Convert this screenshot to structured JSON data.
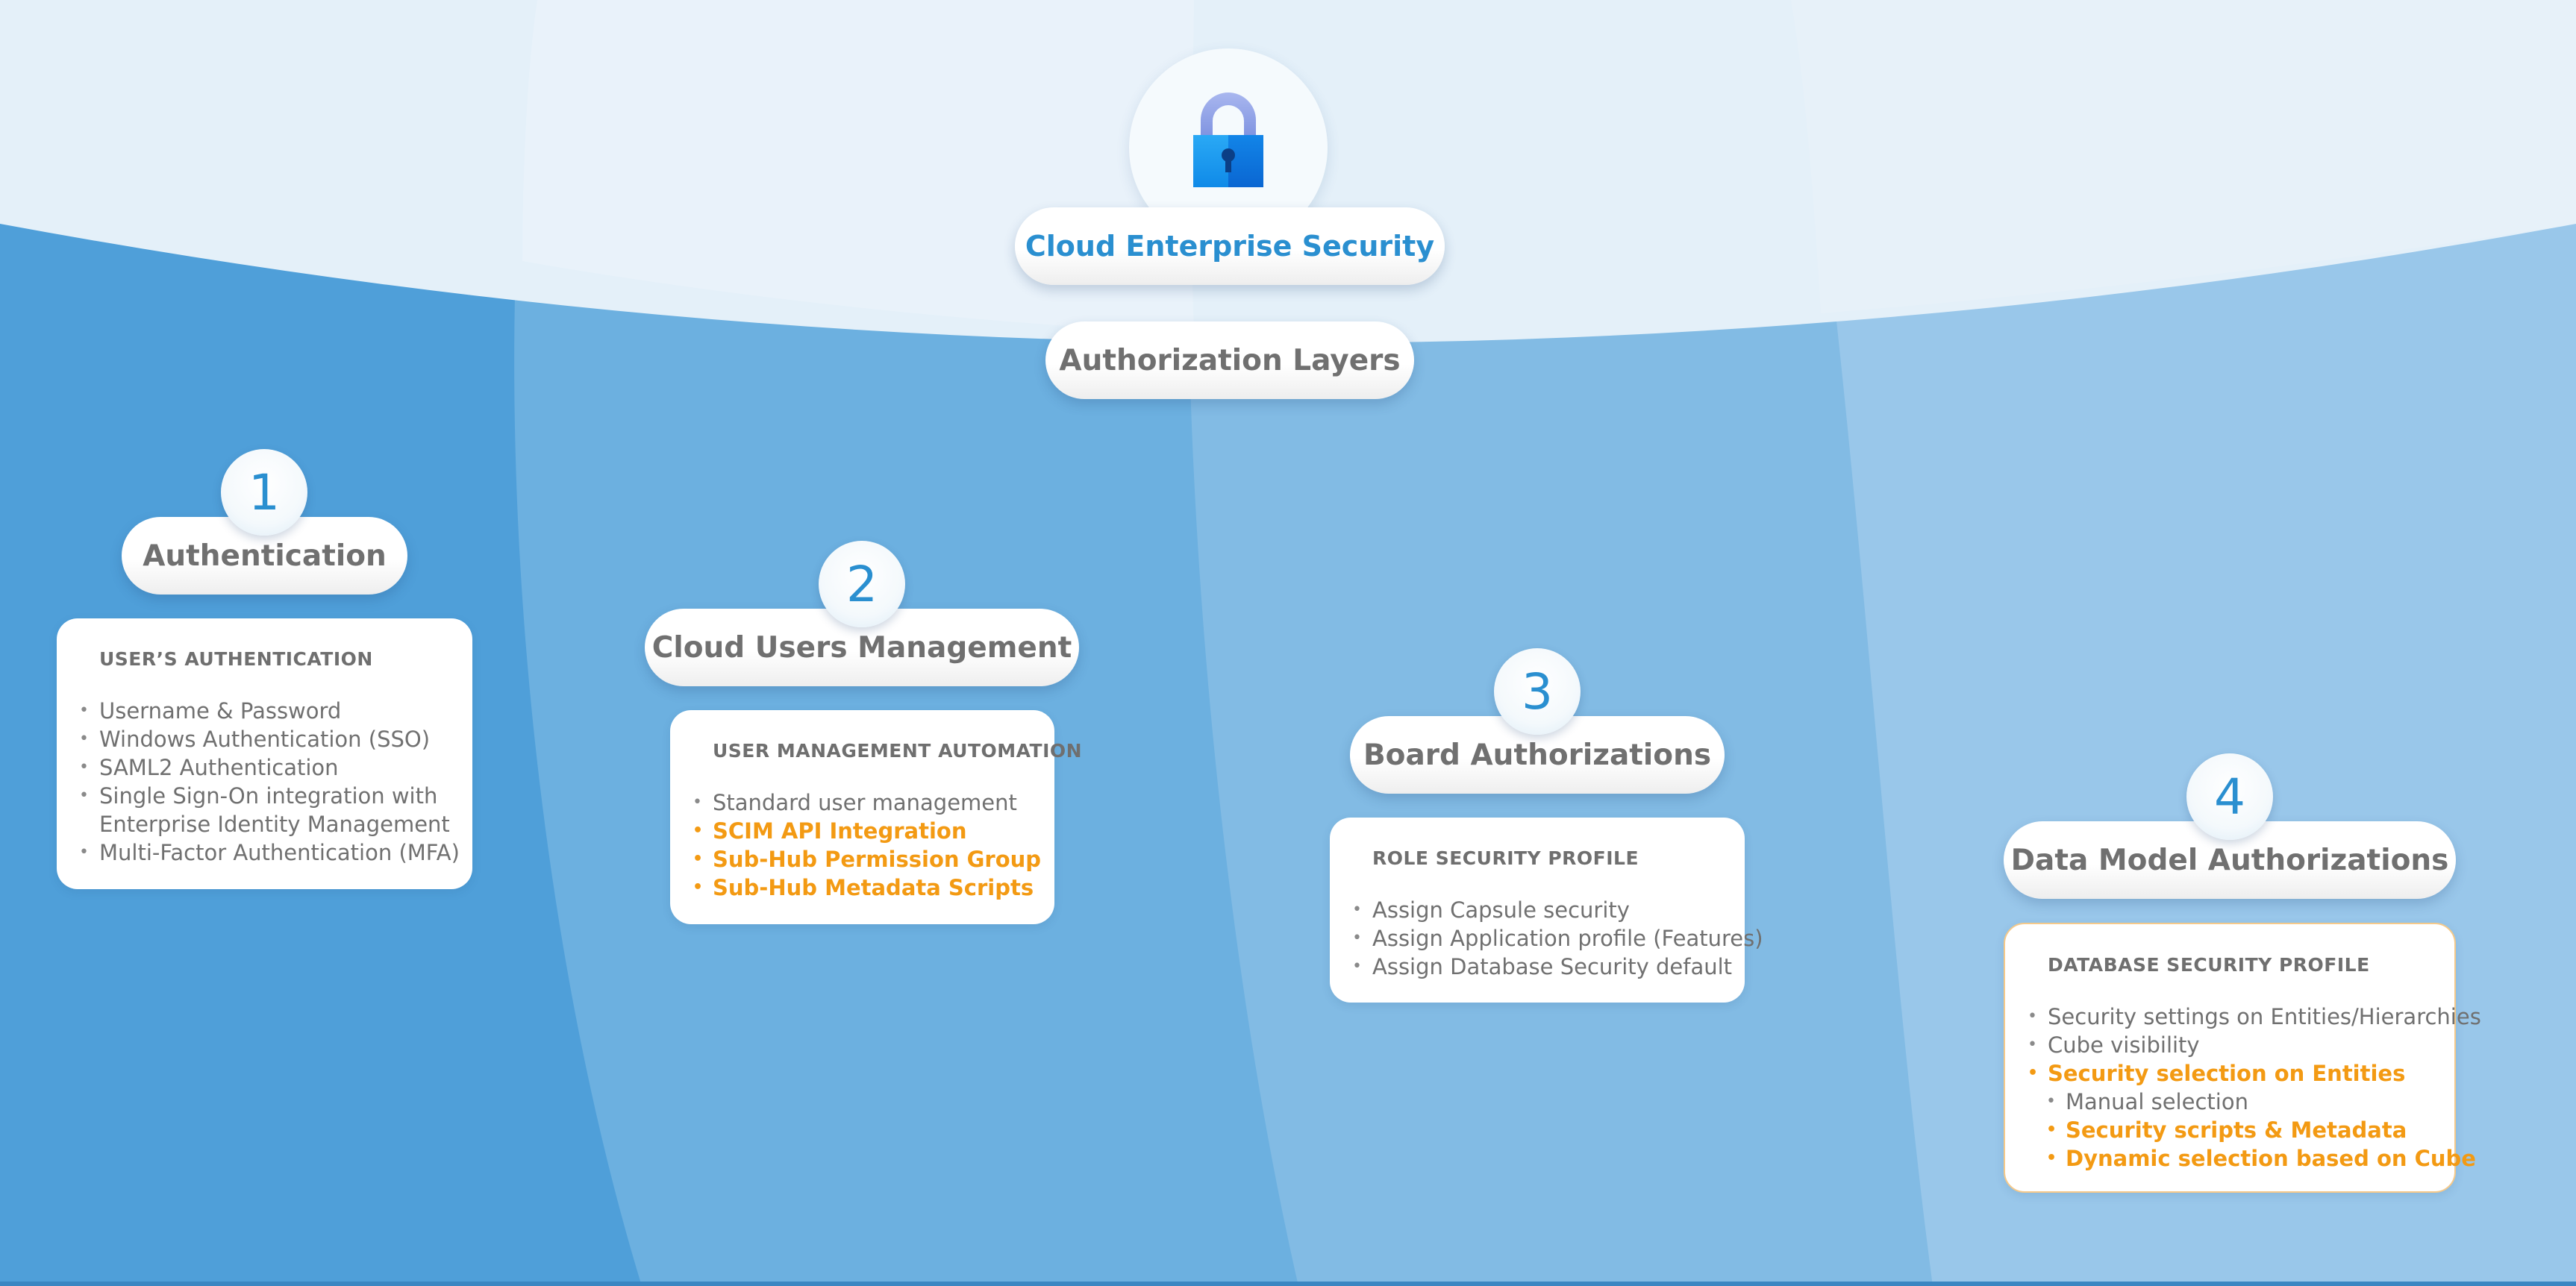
{
  "header": {
    "title": "Cloud Enterprise Security",
    "subtitle": "Authorization Layers",
    "lock_icon": "padlock-icon"
  },
  "colors": {
    "accent_blue": "#2a8fd0",
    "highlight_orange": "#f39a13",
    "text_gray": "#707070",
    "band_1": "#4f9fd9",
    "band_2": "#6cb0e0",
    "band_3": "#82bbe4",
    "band_4": "#99c7ea",
    "sky": "#e4f0f9"
  },
  "layers": [
    {
      "number": "1",
      "title": "Authentication",
      "card_title": "USER’S AUTHENTICATION",
      "items": [
        {
          "text": "Username & Password",
          "highlight": false,
          "indent": false
        },
        {
          "text": "Windows Authentication (SSO)",
          "highlight": false,
          "indent": false
        },
        {
          "text": "SAML2 Authentication",
          "highlight": false,
          "indent": false
        },
        {
          "text": "Single Sign-On integration with",
          "highlight": false,
          "indent": false
        },
        {
          "text": "Enterprise Identity Management",
          "highlight": false,
          "indent": false,
          "continuation": true
        },
        {
          "text": "Multi-Factor Authentication (MFA)",
          "highlight": false,
          "indent": false
        }
      ]
    },
    {
      "number": "2",
      "title": "Cloud Users Management",
      "card_title": "USER MANAGEMENT AUTOMATION",
      "items": [
        {
          "text": "Standard user management",
          "highlight": false,
          "indent": false
        },
        {
          "text": "SCIM API Integration",
          "highlight": true,
          "indent": false
        },
        {
          "text": "Sub-Hub Permission Group",
          "highlight": true,
          "indent": false
        },
        {
          "text": "Sub-Hub Metadata Scripts",
          "highlight": true,
          "indent": false
        }
      ]
    },
    {
      "number": "3",
      "title": "Board Authorizations",
      "card_title": "ROLE SECURITY PROFILE",
      "items": [
        {
          "text": "Assign Capsule security",
          "highlight": false,
          "indent": false
        },
        {
          "text": "Assign Application profile (Features)",
          "highlight": false,
          "indent": false
        },
        {
          "text": "Assign Database Security default",
          "highlight": false,
          "indent": false
        }
      ]
    },
    {
      "number": "4",
      "title": "Data Model Authorizations",
      "card_title": "DATABASE SECURITY PROFILE",
      "items": [
        {
          "text": "Security settings on Entities/Hierarchies",
          "highlight": false,
          "indent": false
        },
        {
          "text": "Cube visibility",
          "highlight": false,
          "indent": false
        },
        {
          "text": "Security selection on Entities",
          "highlight": true,
          "indent": false
        },
        {
          "text": "Manual selection",
          "highlight": false,
          "indent": true
        },
        {
          "text": "Security scripts & Metadata",
          "highlight": true,
          "indent": true
        },
        {
          "text": "Dynamic selection based on Cube",
          "highlight": true,
          "indent": true
        }
      ]
    }
  ]
}
